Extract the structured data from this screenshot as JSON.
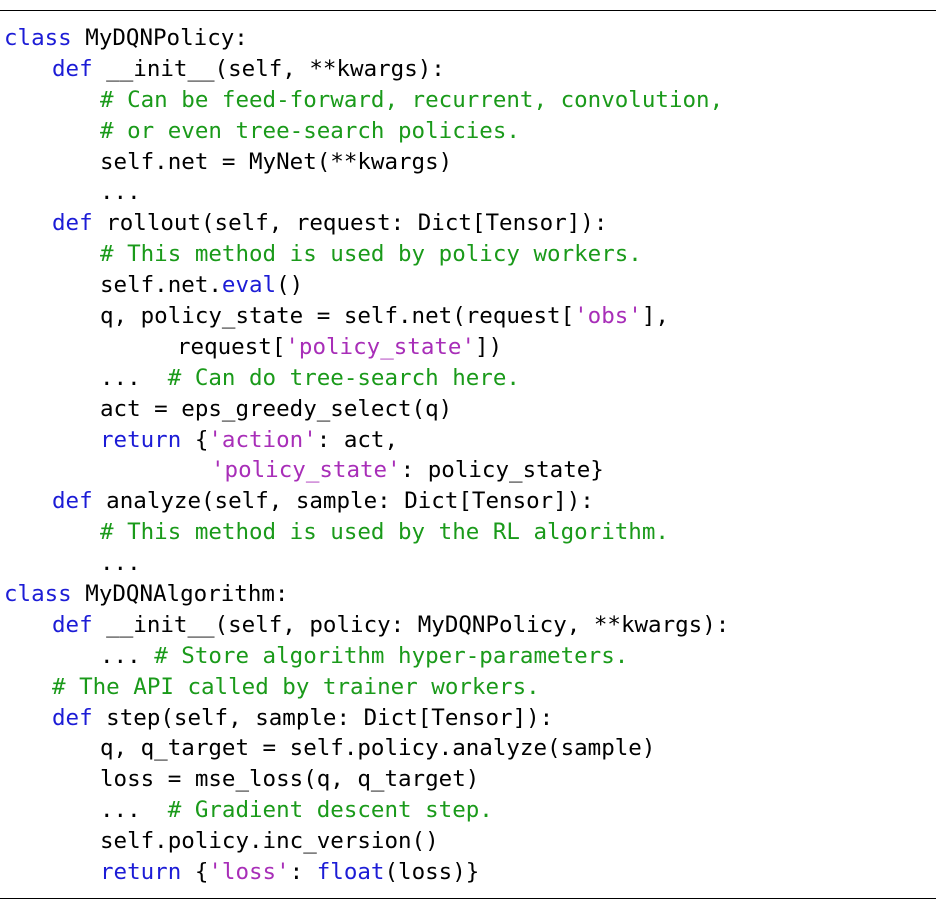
{
  "colors": {
    "text": "#000000",
    "keyword": "#1c1cd6",
    "builtin": "#1c1cd6",
    "comment": "#1a9a1a",
    "string": "#a82eb8",
    "rule": "#000000"
  },
  "code_lines": [
    {
      "indent": 0,
      "tokens": [
        {
          "t": "kw",
          "v": "class"
        },
        {
          "t": "tx",
          "v": " MyDQNPolicy:"
        }
      ]
    },
    {
      "indent": 1,
      "tokens": [
        {
          "t": "kw",
          "v": "def"
        },
        {
          "t": "tx",
          "v": " __init__(self, **kwargs):"
        }
      ]
    },
    {
      "indent": 2,
      "tokens": [
        {
          "t": "cm",
          "v": "# Can be feed-forward, recurrent, convolution,"
        }
      ]
    },
    {
      "indent": 2,
      "tokens": [
        {
          "t": "cm",
          "v": "# or even tree-search policies."
        }
      ]
    },
    {
      "indent": 2,
      "tokens": [
        {
          "t": "tx",
          "v": "self.net = MyNet(**kwargs)"
        }
      ]
    },
    {
      "indent": 2,
      "tokens": [
        {
          "t": "tx",
          "v": "..."
        }
      ]
    },
    {
      "indent": 1,
      "tokens": [
        {
          "t": "kw",
          "v": "def"
        },
        {
          "t": "tx",
          "v": " rollout(self, request: Dict[Tensor]):"
        }
      ]
    },
    {
      "indent": 2,
      "tokens": [
        {
          "t": "cm",
          "v": "# This method is used by policy workers."
        }
      ]
    },
    {
      "indent": 2,
      "tokens": [
        {
          "t": "tx",
          "v": "self.net."
        },
        {
          "t": "bi",
          "v": "eval"
        },
        {
          "t": "tx",
          "v": "()"
        }
      ]
    },
    {
      "indent": 2,
      "tokens": [
        {
          "t": "tx",
          "v": "q, policy_state = self.net(request["
        },
        {
          "t": "st",
          "v": "'obs'"
        },
        {
          "t": "tx",
          "v": "],"
        }
      ]
    },
    {
      "indent": 3,
      "tokens": [
        {
          "t": "tx",
          "v": "request["
        },
        {
          "t": "st",
          "v": "'policy_state'"
        },
        {
          "t": "tx",
          "v": "])"
        }
      ]
    },
    {
      "indent": 2,
      "tokens": [
        {
          "t": "tx",
          "v": "...  "
        },
        {
          "t": "cm",
          "v": "# Can do tree-search here."
        }
      ]
    },
    {
      "indent": 2,
      "tokens": [
        {
          "t": "tx",
          "v": "act = eps_greedy_select(q)"
        }
      ]
    },
    {
      "indent": 2,
      "tokens": [
        {
          "t": "kw",
          "v": "return"
        },
        {
          "t": "tx",
          "v": " {"
        },
        {
          "t": "st",
          "v": "'action'"
        },
        {
          "t": "tx",
          "v": ": act,"
        }
      ]
    },
    {
      "indent": 4,
      "tokens": [
        {
          "t": "st",
          "v": "'policy_state'"
        },
        {
          "t": "tx",
          "v": ": policy_state}"
        }
      ]
    },
    {
      "indent": 1,
      "tokens": [
        {
          "t": "kw",
          "v": "def"
        },
        {
          "t": "tx",
          "v": " analyze(self, sample: Dict[Tensor]):"
        }
      ]
    },
    {
      "indent": 2,
      "tokens": [
        {
          "t": "cm",
          "v": "# This method is used by the RL algorithm."
        }
      ]
    },
    {
      "indent": 2,
      "tokens": [
        {
          "t": "tx",
          "v": "..."
        }
      ]
    },
    {
      "indent": 0,
      "tokens": [
        {
          "t": "kw",
          "v": "class"
        },
        {
          "t": "tx",
          "v": " MyDQNAlgorithm:"
        }
      ]
    },
    {
      "indent": 1,
      "tokens": [
        {
          "t": "kw",
          "v": "def"
        },
        {
          "t": "tx",
          "v": " __init__(self, policy: MyDQNPolicy, **kwargs):"
        }
      ]
    },
    {
      "indent": 2,
      "tokens": [
        {
          "t": "tx",
          "v": "... "
        },
        {
          "t": "cm",
          "v": "# Store algorithm hyper-parameters."
        }
      ]
    },
    {
      "indent": 1,
      "tokens": [
        {
          "t": "cm",
          "v": "# The API called by trainer workers."
        }
      ]
    },
    {
      "indent": 1,
      "tokens": [
        {
          "t": "kw",
          "v": "def"
        },
        {
          "t": "tx",
          "v": " step(self, sample: Dict[Tensor]):"
        }
      ]
    },
    {
      "indent": 2,
      "tokens": [
        {
          "t": "tx",
          "v": "q, q_target = self.policy.analyze(sample)"
        }
      ]
    },
    {
      "indent": 2,
      "tokens": [
        {
          "t": "tx",
          "v": "loss = mse_loss(q, q_target)"
        }
      ]
    },
    {
      "indent": 2,
      "tokens": [
        {
          "t": "tx",
          "v": "...  "
        },
        {
          "t": "cm",
          "v": "# Gradient descent step."
        }
      ]
    },
    {
      "indent": 2,
      "tokens": [
        {
          "t": "tx",
          "v": "self.policy.inc_version()"
        }
      ]
    },
    {
      "indent": 2,
      "tokens": [
        {
          "t": "kw",
          "v": "return"
        },
        {
          "t": "tx",
          "v": " {"
        },
        {
          "t": "st",
          "v": "'loss'"
        },
        {
          "t": "tx",
          "v": ": "
        },
        {
          "t": "bi",
          "v": "float"
        },
        {
          "t": "tx",
          "v": "(loss)}"
        }
      ]
    }
  ]
}
